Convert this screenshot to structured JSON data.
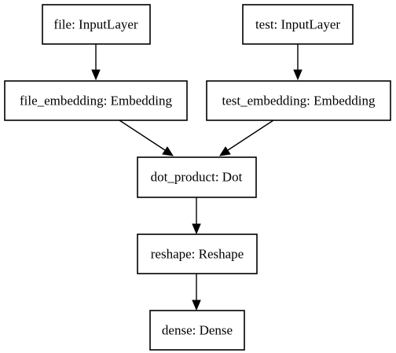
{
  "diagram": {
    "nodes": {
      "file": "file: InputLayer",
      "test": "test: InputLayer",
      "file_embedding": "file_embedding: Embedding",
      "test_embedding": "test_embedding: Embedding",
      "dot_product": "dot_product: Dot",
      "reshape": "reshape: Reshape",
      "dense": "dense: Dense"
    },
    "edges": [
      [
        "file",
        "file_embedding"
      ],
      [
        "test",
        "test_embedding"
      ],
      [
        "file_embedding",
        "dot_product"
      ],
      [
        "test_embedding",
        "dot_product"
      ],
      [
        "dot_product",
        "reshape"
      ],
      [
        "reshape",
        "dense"
      ]
    ]
  }
}
